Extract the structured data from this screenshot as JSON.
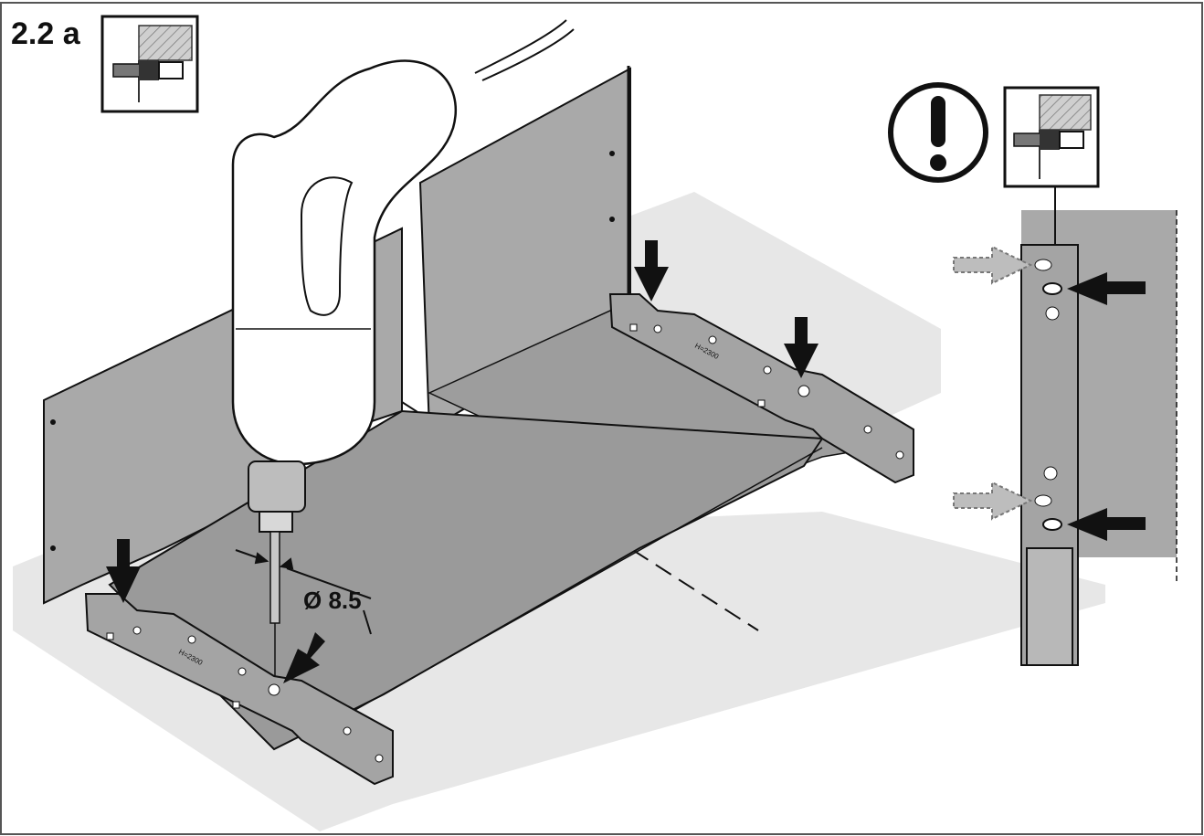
{
  "step": {
    "label": "2.2 a"
  },
  "drill": {
    "diameter_label": "Ø 8.5"
  },
  "bracket": {
    "marking_left": "H=2300",
    "marking_right": "H=2300"
  },
  "colors": {
    "panel": "#a9a9a9",
    "panel_dark": "#8e8e8e",
    "floor": "#e6e6e6",
    "line": "#111111",
    "arrow_solid": "#111111",
    "arrow_dashed": "#b5b5b5"
  },
  "icons": [
    "drill-icon",
    "warning-icon",
    "mounting-detail-icon",
    "arrow-down-icon"
  ]
}
